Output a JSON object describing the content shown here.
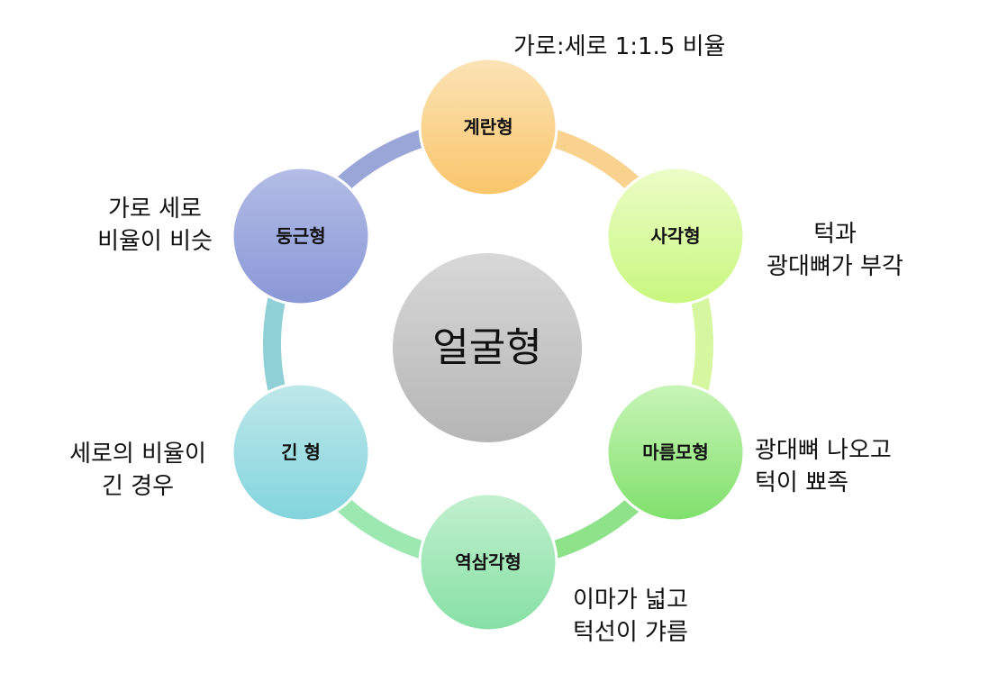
{
  "center": {
    "label": "얼굴형"
  },
  "nodes": [
    {
      "label": "계란형",
      "note": [
        "가로:세로 1:1.5 비율"
      ]
    },
    {
      "label": "사각형",
      "note": [
        "턱과",
        "광대뼈가 부각"
      ]
    },
    {
      "label": "마름모형",
      "note": [
        "광대뼈 나오고",
        "턱이 뾰족"
      ]
    },
    {
      "label": "역삼각형",
      "note": [
        "이마가 넓고",
        "턱선이 갸름"
      ]
    },
    {
      "label": "긴 형",
      "note": [
        "세로의 비율이",
        "긴 경우"
      ]
    },
    {
      "label": "둥근형",
      "note": [
        "가로 세로",
        "비율이 비슷"
      ]
    }
  ],
  "colors": {
    "ring_segments": [
      "#f9d28f",
      "#d6f7a0",
      "#8ee38a",
      "#9ce8b0",
      "#8fd0d6",
      "#9aa6d8"
    ]
  }
}
